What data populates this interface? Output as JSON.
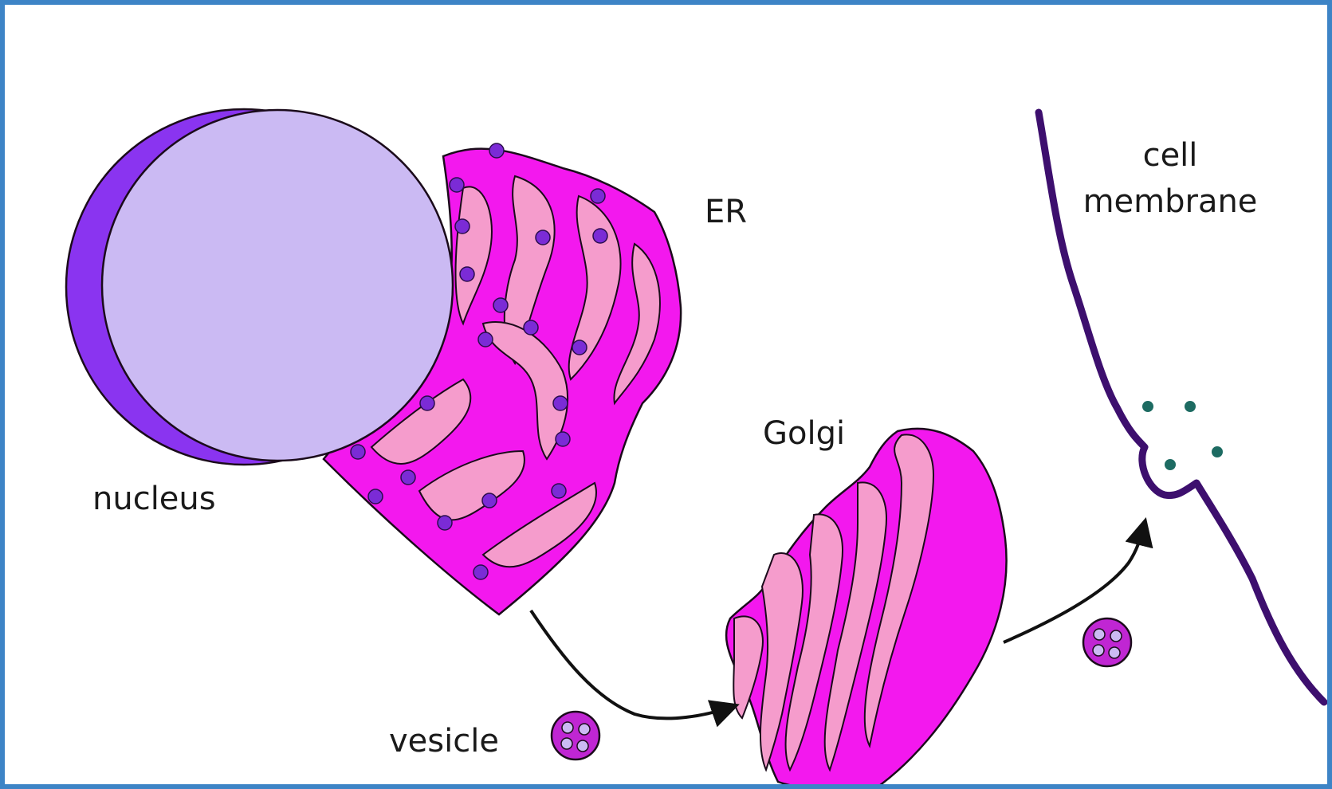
{
  "labels": {
    "nucleus": "nucleus",
    "er": "ER",
    "golgi": "Golgi",
    "cell_membrane_line1": "cell",
    "cell_membrane_line2": "membrane",
    "vesicle": "vesicle"
  },
  "colors": {
    "frame_border": "#3d84c6",
    "nucleus_fill": "#cbbaf3",
    "nucleus_shadow": "#8a34f0",
    "er_dark": "#f318ee",
    "er_light": "#f59ccc",
    "ribosome": "#7b2bd6",
    "membrane": "#3d0f6e",
    "cargo": "#1d6b62"
  }
}
